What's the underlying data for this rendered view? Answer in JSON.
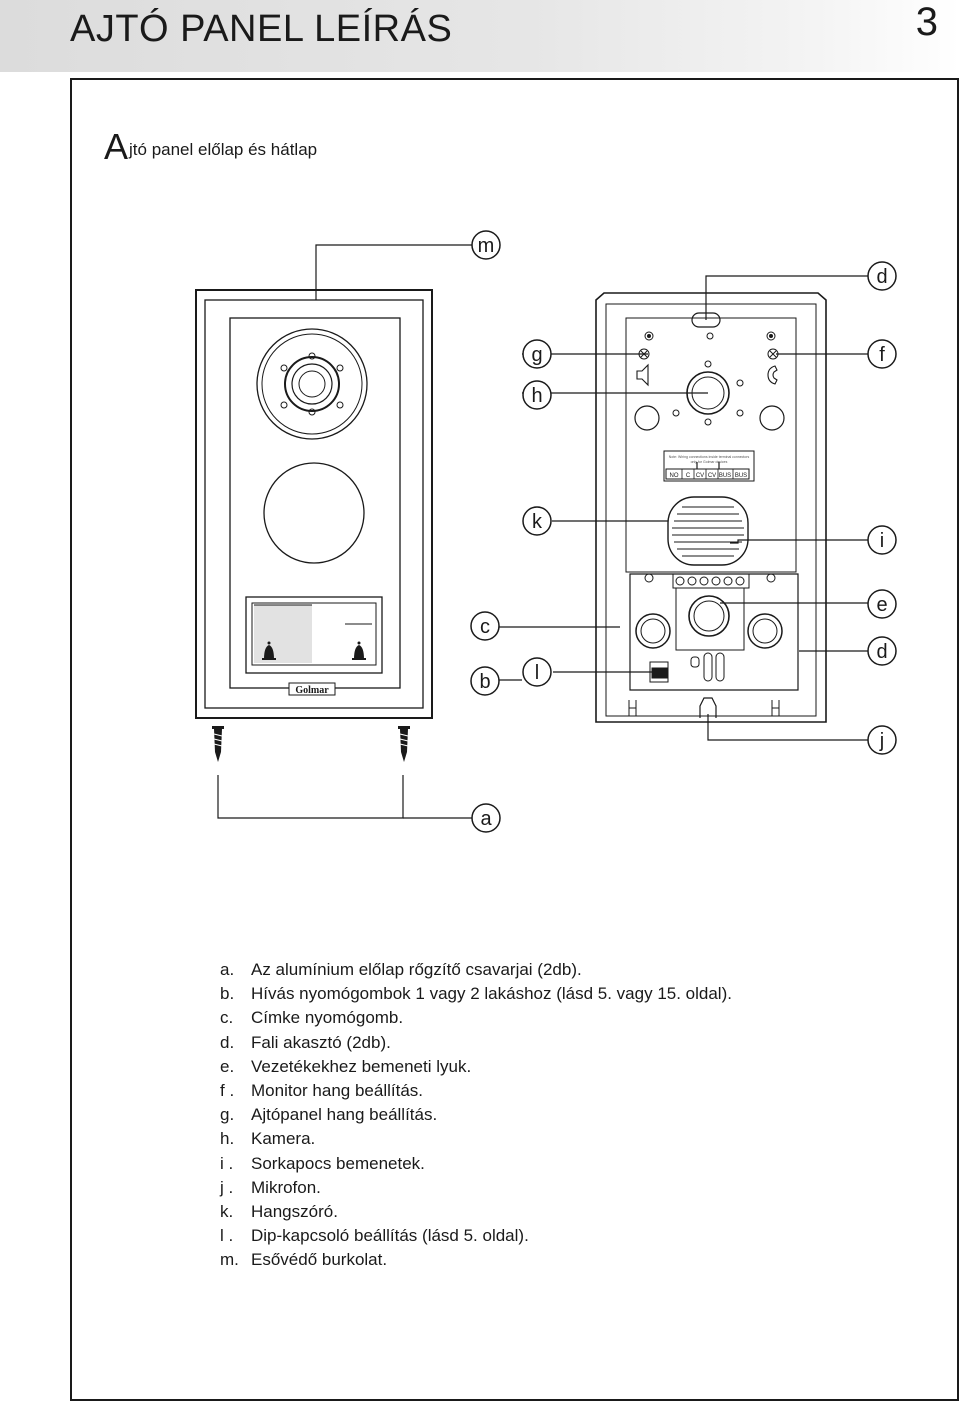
{
  "header": {
    "title": "AJTÓ PANEL LEÍRÁS",
    "page_number": "3"
  },
  "section": {
    "title_initial": "A",
    "title_rest": "jtó panel előlap és hátlap"
  },
  "diagram": {
    "callouts": [
      "m",
      "d",
      "g",
      "f",
      "h",
      "k",
      "i",
      "e",
      "c",
      "d",
      "b",
      "l",
      "j",
      "a"
    ],
    "terminal_labels": [
      "NO",
      "C",
      "CV",
      "CV",
      "BUS",
      "BUS"
    ],
    "brand": "Golmar"
  },
  "legend": [
    {
      "letter": "a.",
      "text": "Az alumínium előlap rőgzítő csavarjai (2db)."
    },
    {
      "letter": "b.",
      "text": "Hívás nyomógombok 1 vagy 2 lakáshoz (lásd 5. vagy 15. oldal)."
    },
    {
      "letter": "c.",
      "text": "Címke nyomógomb."
    },
    {
      "letter": "d.",
      "text": "Fali akasztó (2db)."
    },
    {
      "letter": "e.",
      "text": "Vezetékekhez bemeneti lyuk."
    },
    {
      "letter": "f .",
      "text": "Monitor hang beállítás."
    },
    {
      "letter": "g.",
      "text": "Ajtópanel hang beállítás."
    },
    {
      "letter": "h.",
      "text": "Kamera."
    },
    {
      "letter": "i .",
      "text": "Sorkapocs bemenetek."
    },
    {
      "letter": "j .",
      "text": "Mikrofon."
    },
    {
      "letter": "k.",
      "text": "Hangszóró."
    },
    {
      "letter": "l .",
      "text": "Dip-kapcsoló beállítás (lásd 5. oldal)."
    },
    {
      "letter": "m.",
      "text": "Esővédő burkolat."
    }
  ]
}
